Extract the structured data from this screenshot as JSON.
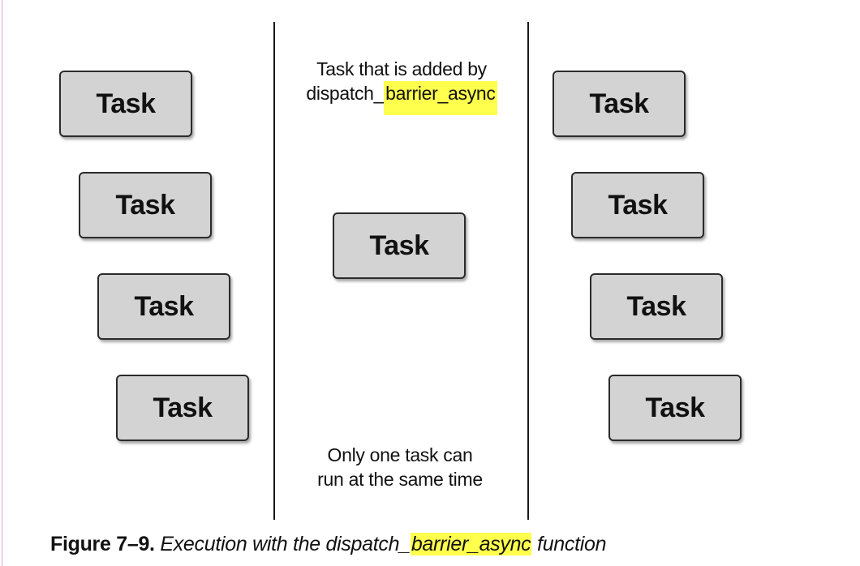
{
  "diagram": {
    "task_label": "Task",
    "top_annotation": {
      "line1": "Task that is added by",
      "line2_prefix": "dispatch_",
      "line2_highlight": "barrier_async"
    },
    "bottom_annotation": {
      "line1": "Only one task can",
      "line2": "run at the same time"
    },
    "highlight_color": "#ffff4d"
  },
  "caption": {
    "label": "Figure 7–9.",
    "text_prefix": "Execution with the dispatch_",
    "text_highlight": "barrier_async",
    "text_suffix": "function"
  }
}
